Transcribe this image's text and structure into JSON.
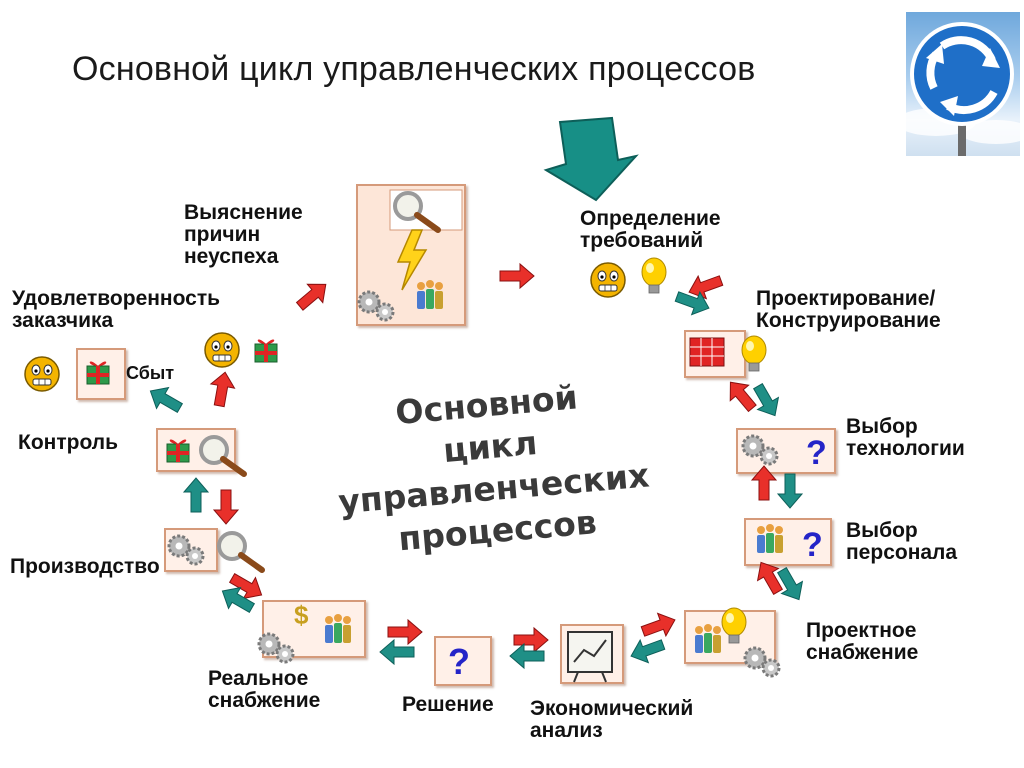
{
  "slide": {
    "title": "Основной цикл управленческих процессов",
    "center_lines": [
      "Основной",
      "цикл",
      "управленческих",
      "процессов"
    ]
  },
  "stages": {
    "requirements": "Определение\nтребований",
    "design": "Проектирование/\nКонструирование",
    "technology": "Выбор\nтехнологии",
    "personnel": "Выбор\nперсонала",
    "project_supply": "Проектное\nснабжение",
    "economic_analysis": "Экономический\nанализ",
    "decision": "Решение",
    "real_supply": "Реальное\nснабжение",
    "production": "Производство",
    "control": "Контроль",
    "sales": "Сбыт",
    "satisfaction": "Удовлетворенность\nзаказчика",
    "failure_reasons": "Выяснение\nпричин\nнеуспеха"
  },
  "icons": {
    "question": "?",
    "dollar": "$"
  },
  "colors": {
    "arrow_red": "#e8302a",
    "arrow_teal": "#1f8f86",
    "card_border": "#d59a7a",
    "card_fill": "#fff0e8"
  }
}
